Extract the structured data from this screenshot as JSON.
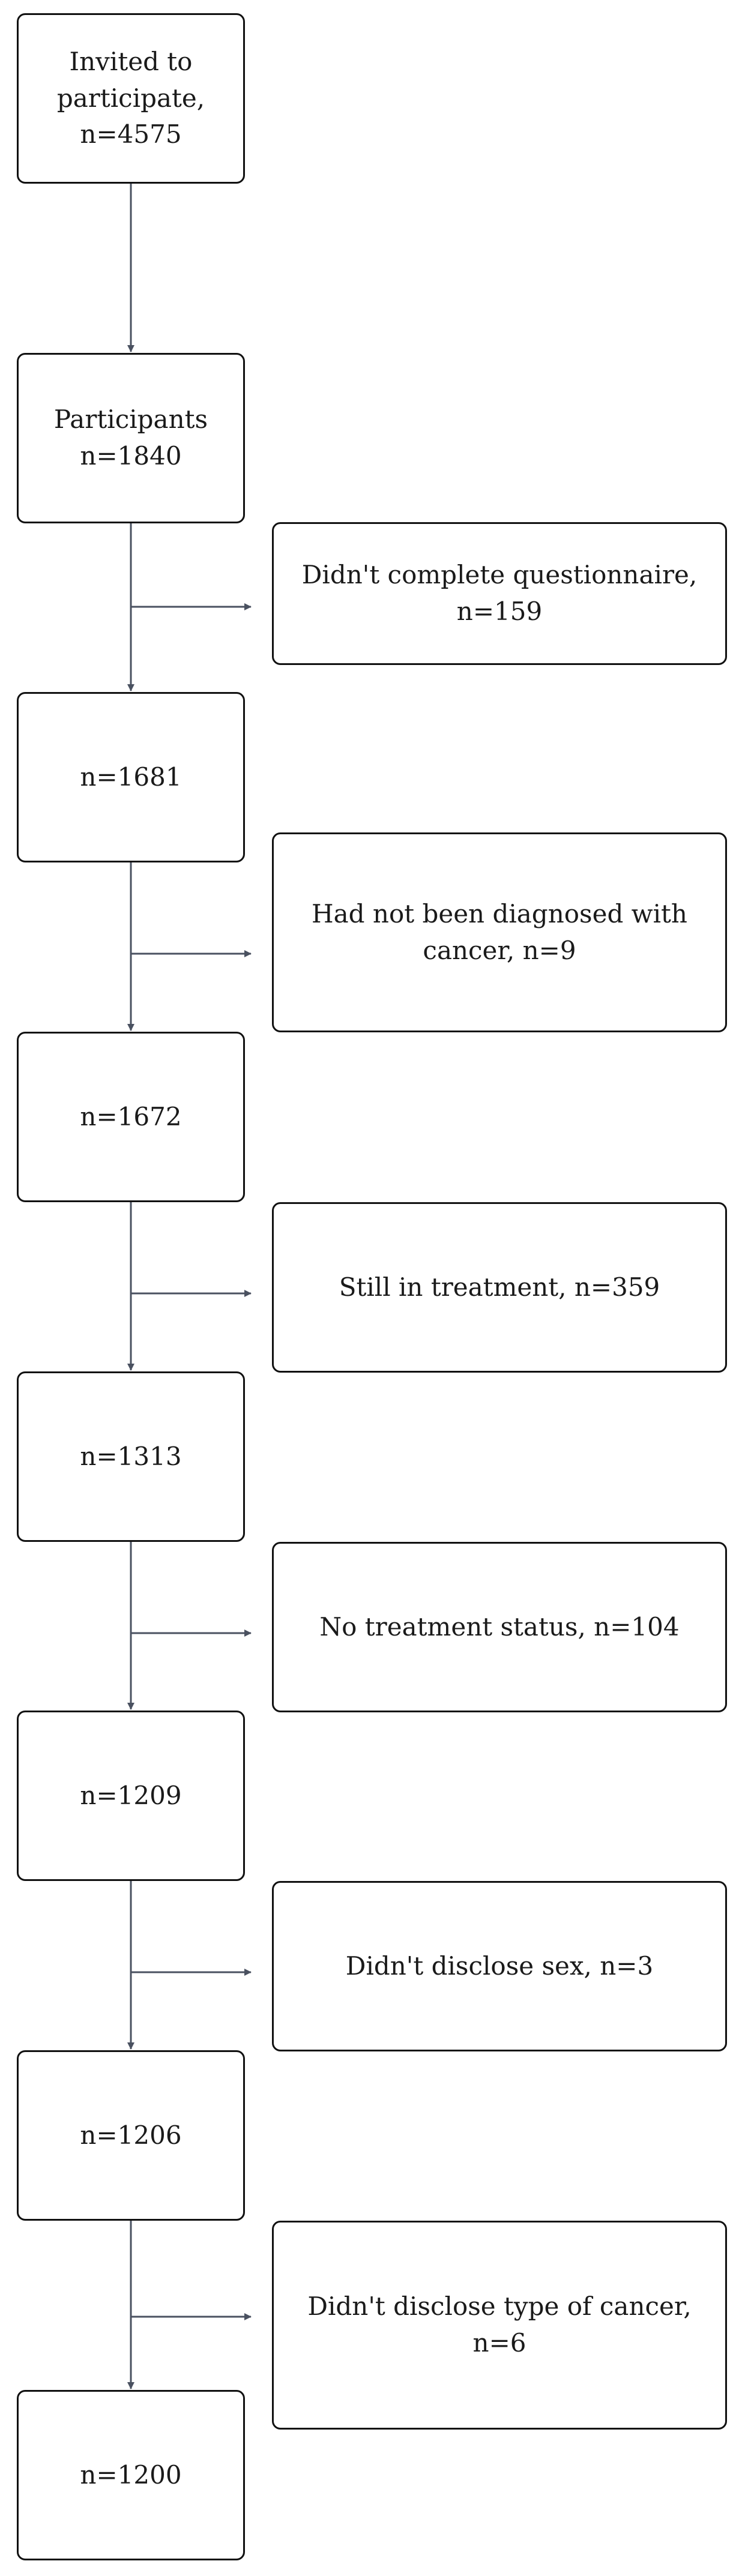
{
  "diagram": {
    "main_steps": [
      "Invited to\nparticipate,\nn=4575",
      "Participants\nn=1840",
      "n=1681",
      "n=1672",
      "n=1313",
      "n=1209",
      "n=1206",
      "n=1200"
    ],
    "exclusions": [
      "Didn't complete questionnaire,\nn=159",
      "Had not been diagnosed with\ncancer, n=9",
      "Still in treatment, n=359",
      "No treatment status, n=104",
      "Didn't disclose sex, n=3",
      "Didn't disclose type of cancer,\nn=6"
    ]
  },
  "colors": {
    "border": "#111111",
    "arrow": "#4a5160",
    "text": "#1a1a1a"
  }
}
